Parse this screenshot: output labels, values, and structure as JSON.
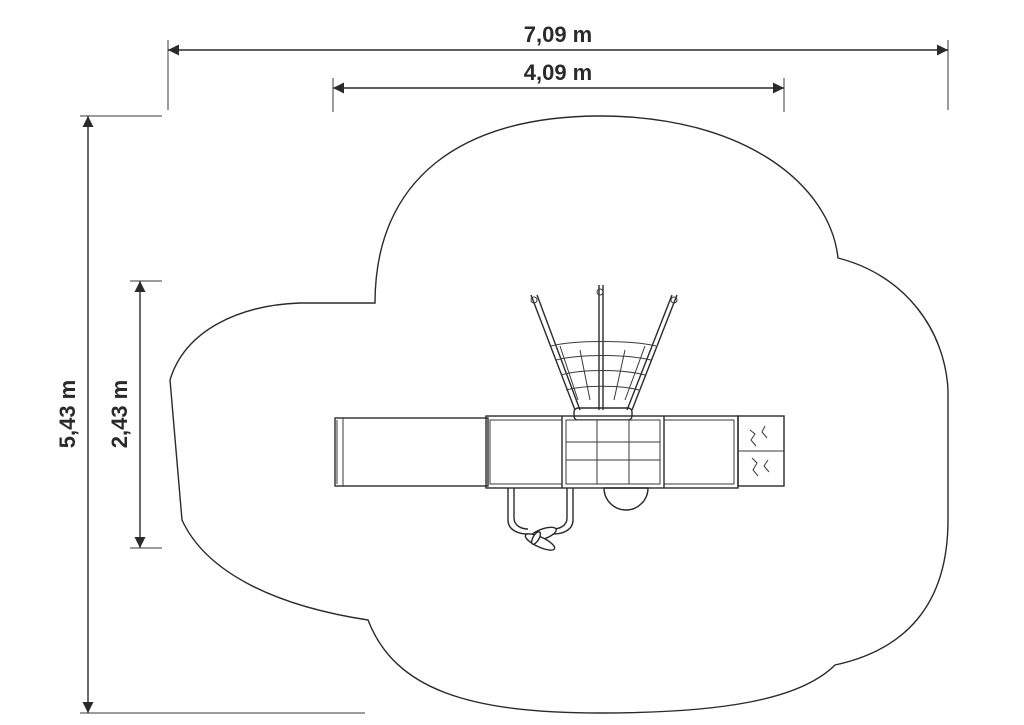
{
  "dimensions": {
    "overall_width": "7,09 m",
    "equipment_width": "4,09 m",
    "overall_depth": "5,43 m",
    "equipment_depth": "2,43 m"
  },
  "colors": {
    "line": "#2a2a2a",
    "panel_fill": "#efefef",
    "roof_fill": "#d4d4d4",
    "background": "#ffffff"
  }
}
